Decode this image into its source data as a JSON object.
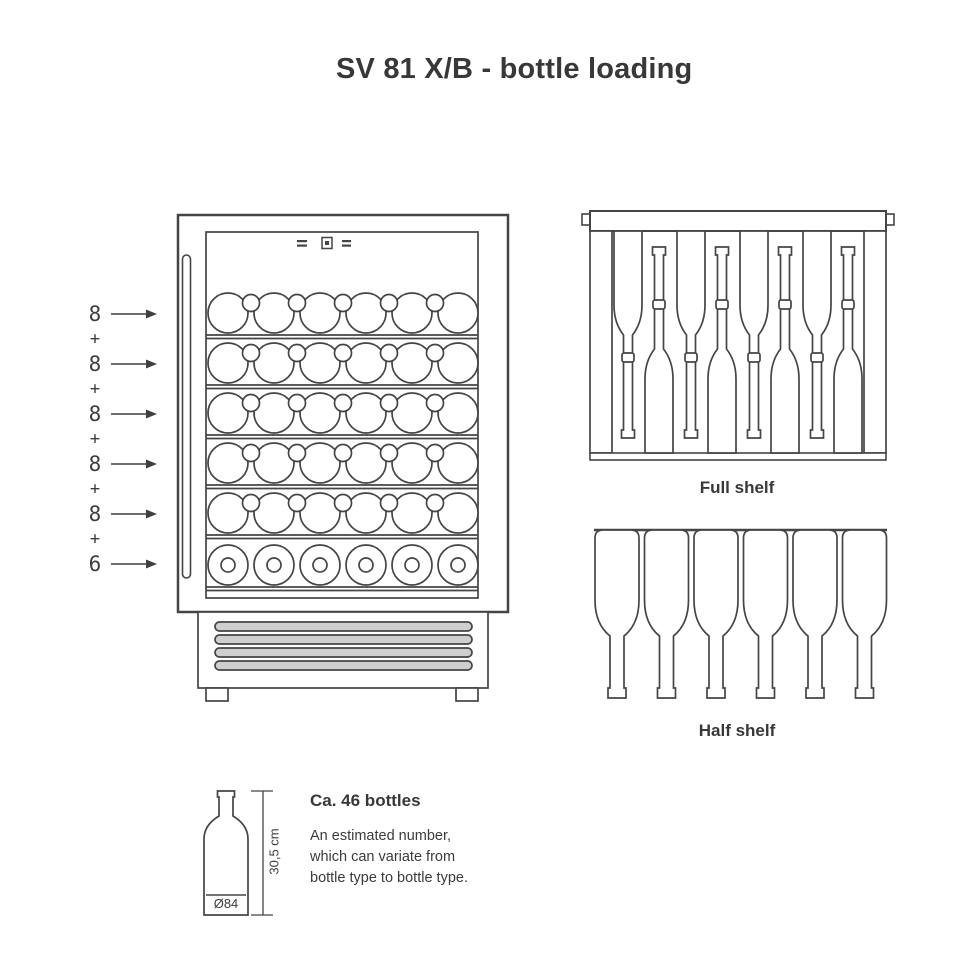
{
  "title": "SV 81 X/B - bottle loading",
  "cabinet": {
    "rows": [
      {
        "label": "8"
      },
      {
        "label": "+"
      },
      {
        "label": "8"
      },
      {
        "label": "+"
      },
      {
        "label": "8"
      },
      {
        "label": "+"
      },
      {
        "label": "8"
      },
      {
        "label": "+"
      },
      {
        "label": "8"
      },
      {
        "label": "+"
      },
      {
        "label": "6"
      }
    ]
  },
  "shelves": {
    "full_label": "Full shelf",
    "half_label": "Half shelf"
  },
  "capacity": {
    "heading": "Ca. 46 bottles",
    "lines": [
      "An estimated number,",
      "which can variate from",
      "bottle type to bottle type."
    ]
  },
  "dimensions": {
    "diameter": "Ø84",
    "height": "30,5 cm"
  }
}
